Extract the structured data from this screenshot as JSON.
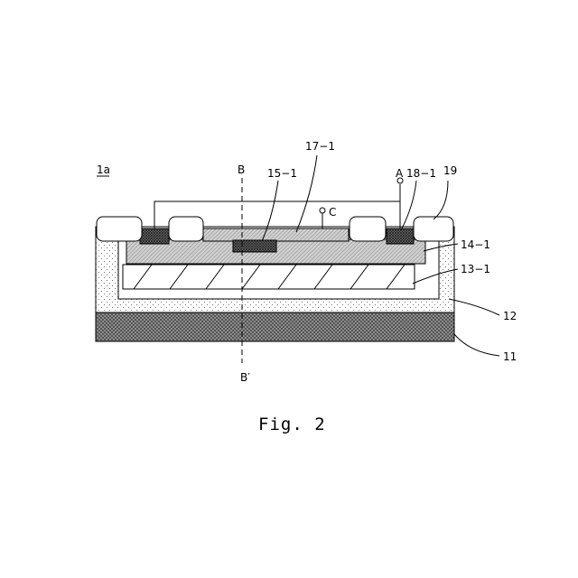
{
  "figure": {
    "device_label": "1a",
    "caption": "Fig. 2",
    "section_top": "B",
    "section_bottom": "B′",
    "terminal_a": "A",
    "terminal_c": "C",
    "labels": {
      "l19": "19",
      "l18": "18−1",
      "l17": "17−1",
      "l15": "15−1",
      "l14": "14−1",
      "l13": "13−1",
      "l12": "12",
      "l11": "11"
    }
  }
}
